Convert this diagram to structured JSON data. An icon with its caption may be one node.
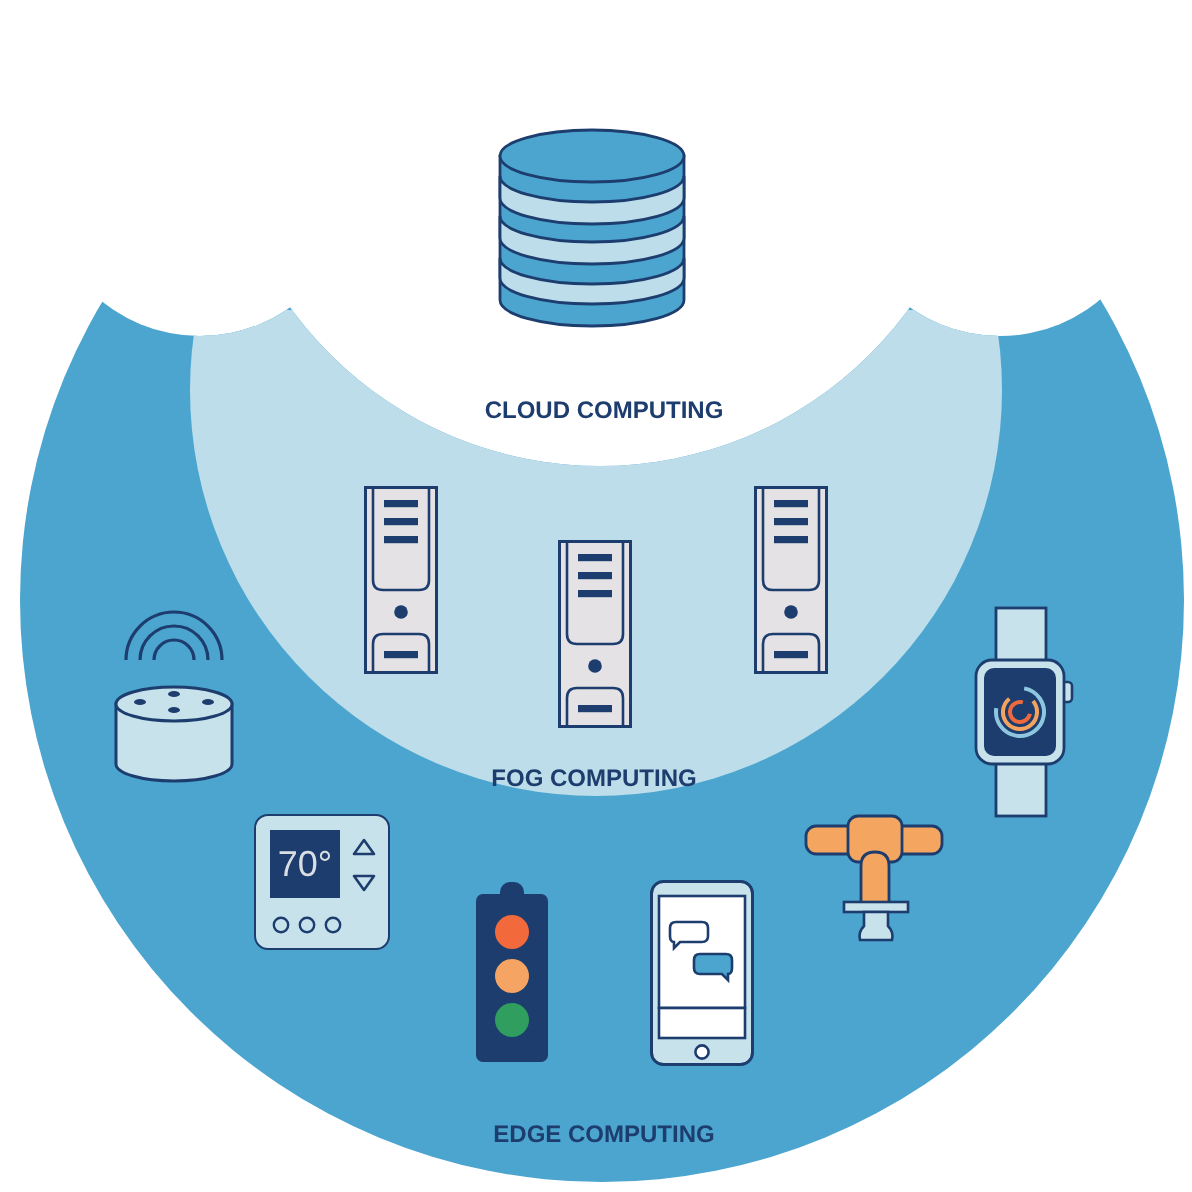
{
  "diagram": {
    "nodes": [
      {
        "text": [
          "EDGE COMPUTING"
        ]
      },
      {
        "text": [
          "FOG COMPUTING"
        ],
        "in": 0
      }
    ],
    "labels": [
      "CLOUD COMPUTING",
      "70°"
    ]
  }
}
